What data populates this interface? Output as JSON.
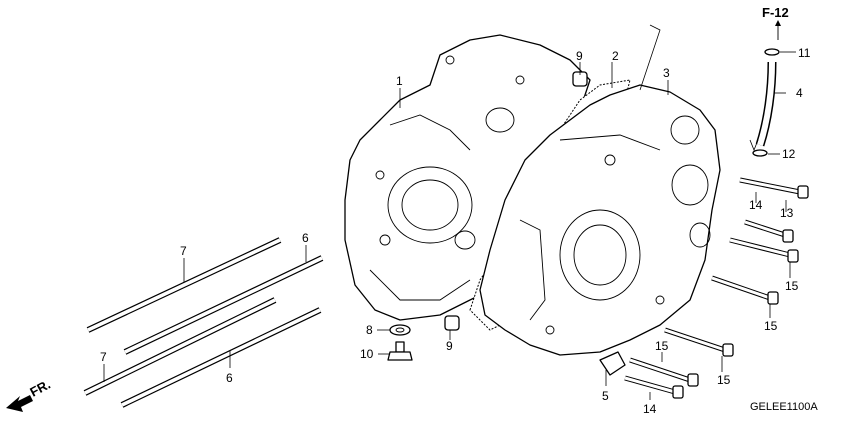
{
  "diagram": {
    "reference": "F-12",
    "diagram_code": "GELEE1100A",
    "front_marker": "FR.",
    "callouts": [
      "1",
      "2",
      "3",
      "4",
      "5",
      "6",
      "6",
      "7",
      "7",
      "8",
      "9",
      "9",
      "10",
      "11",
      "12",
      "13",
      "14",
      "14",
      "15",
      "15",
      "15",
      "15"
    ]
  }
}
